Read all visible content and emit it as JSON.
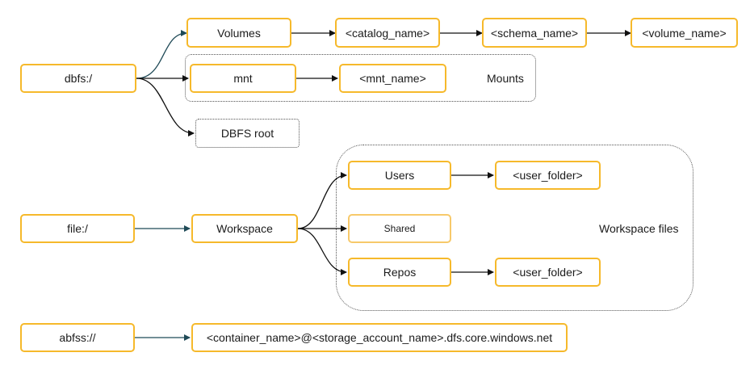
{
  "nodes": {
    "dbfs": "dbfs:/",
    "volumes": "Volumes",
    "catalog": "<catalog_name>",
    "schema": "<schema_name>",
    "volume": "<volume_name>",
    "mnt": "mnt",
    "mnt_name": "<mnt_name>",
    "dbfs_root": "DBFS root",
    "file": "file:/",
    "workspace": "Workspace",
    "users": "Users",
    "users_folder": "<user_folder>",
    "shared": "Shared",
    "repos": "Repos",
    "repos_folder": "<user_folder>",
    "abfss": "abfss://",
    "container": "<container_name>@<storage_account_name>.dfs.core.windows.net"
  },
  "groups": {
    "mounts": "Mounts",
    "workspace_files": "Workspace files"
  },
  "colors": {
    "node_border": "#f6b92b",
    "arrow_dark": "#111111",
    "arrow_teal": "#1f4a57"
  }
}
